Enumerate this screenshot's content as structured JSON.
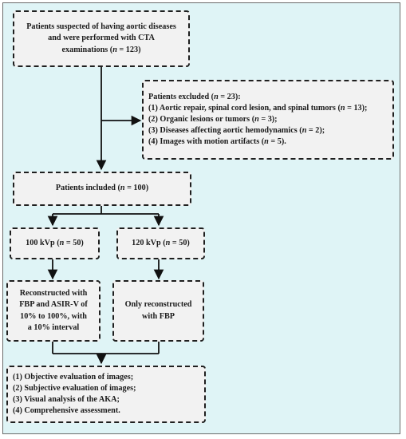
{
  "boxes": {
    "suspected": {
      "lines": [
        "Patients suspected of having aortic diseases",
        "and were performed with CTA",
        "examinations (n = 123)"
      ]
    },
    "excluded": {
      "lines": [
        "Patients excluded (n = 23):",
        "(1) Aortic repair, spinal cord lesion, and spinal tumors (n = 13);",
        "(2) Organic lesions or tumors (n = 3);",
        "(3) Diseases affecting aortic hemodynamics (n = 2);",
        "(4) Images with motion artifacts (n = 5)."
      ]
    },
    "included": {
      "lines": [
        "Patients included (n = 100)"
      ]
    },
    "kvp100": {
      "lines": [
        "100 kVp (n = 50)"
      ]
    },
    "kvp120": {
      "lines": [
        "120 kVp (n = 50)"
      ]
    },
    "recon_asir": {
      "lines": [
        "Reconstructed with",
        "FBP and ASIR-V of",
        "10% to 100%, with",
        "a 10% interval"
      ]
    },
    "recon_fbp": {
      "lines": [
        "Only reconstructed",
        "with FBP"
      ]
    },
    "evaluation": {
      "lines": [
        "(1) Objective evaluation of images;",
        "(2) Subjective evaluation of images;",
        "(3) Visual analysis of the AKA;",
        "(4) Comprehensive assessment."
      ]
    }
  },
  "colors": {
    "background": "#dff4f6",
    "box_fill": "#f2f2f2",
    "stroke": "#1f1f1f"
  }
}
